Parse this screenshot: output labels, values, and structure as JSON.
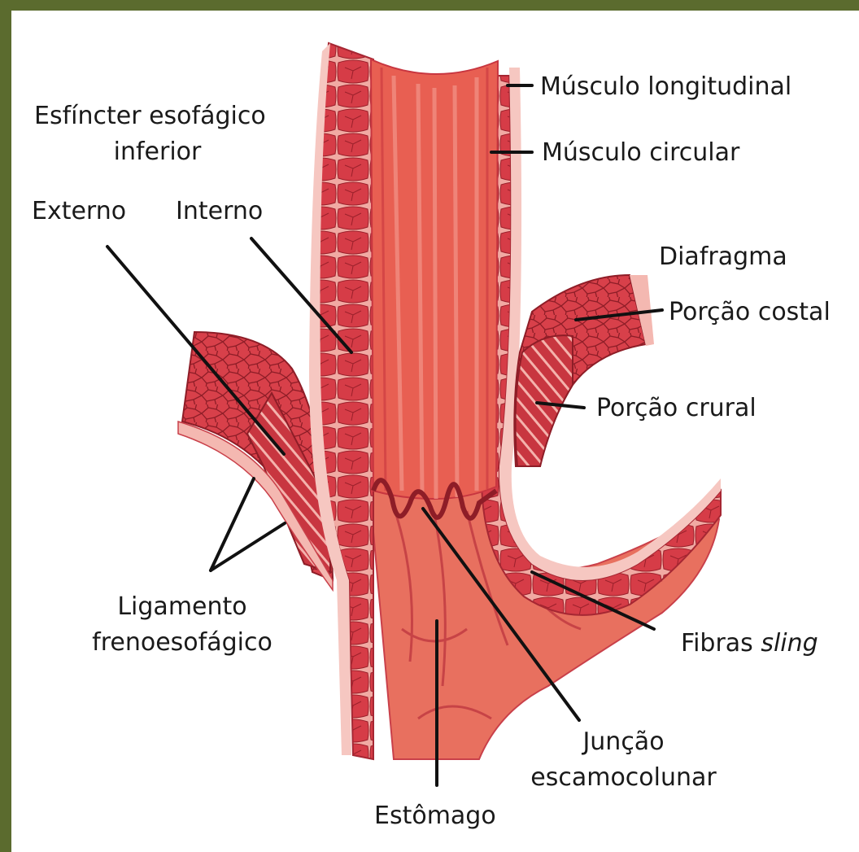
{
  "colors": {
    "border": "#5b6b2e",
    "background": "#ffffff",
    "muscle_dark": "#c9363f",
    "muscle_mid": "#e35a55",
    "muscle_light": "#f3a8a2",
    "mucosa": "#ea7566",
    "leader": "#111111"
  },
  "labels": {
    "sphincter_line1": "Esfíncter esofágico",
    "sphincter_line2": "inferior",
    "externo": "Externo",
    "interno": "Interno",
    "musculo_longitudinal": "Músculo longitudinal",
    "musculo_circular": "Músculo circular",
    "diafragma": "Diafragma",
    "porcao_costal": "Porção costal",
    "porcao_crural": "Porção crural",
    "ligamento_line1": "Ligamento",
    "ligamento_line2": "frenoesofágico",
    "fibras": "Fibras ",
    "fibras_italic": "sling",
    "juncao_line1": "Junção",
    "juncao_line2": "escamocolunar",
    "estomago": "Estômago"
  }
}
